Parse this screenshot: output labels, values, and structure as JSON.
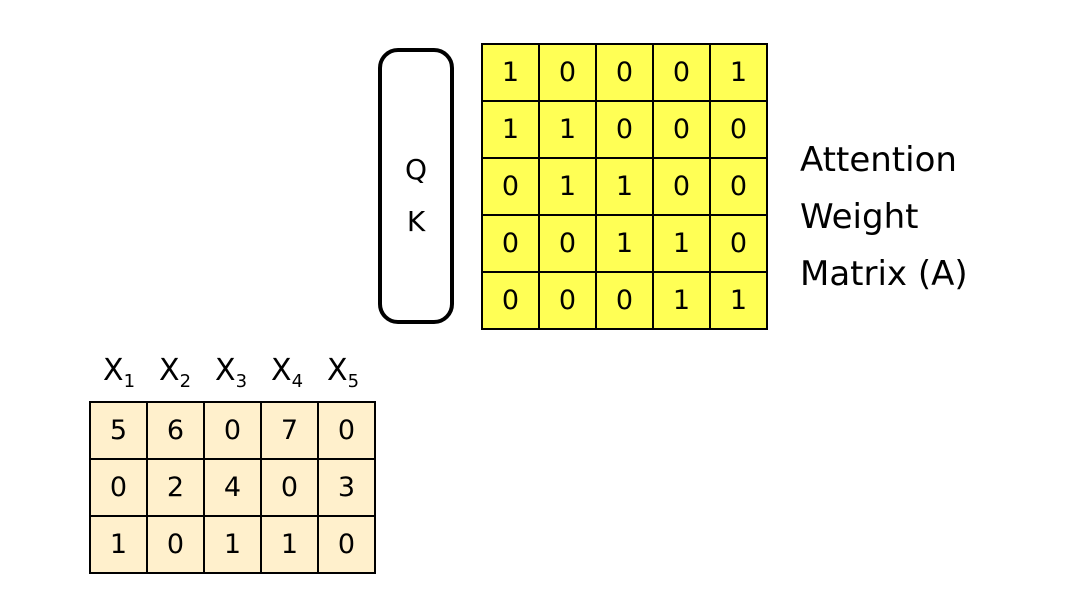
{
  "qk": {
    "q": "Q",
    "k": "K"
  },
  "attention": {
    "label_lines": [
      "Attention",
      "Weight",
      "Matrix (A)"
    ],
    "rows": [
      [
        "1",
        "0",
        "0",
        "0",
        "1"
      ],
      [
        "1",
        "1",
        "0",
        "0",
        "0"
      ],
      [
        "0",
        "1",
        "1",
        "0",
        "0"
      ],
      [
        "0",
        "0",
        "1",
        "1",
        "0"
      ],
      [
        "0",
        "0",
        "0",
        "1",
        "1"
      ]
    ],
    "color": "#ffff55"
  },
  "x_matrix": {
    "headers": [
      {
        "base": "X",
        "sub": "1"
      },
      {
        "base": "X",
        "sub": "2"
      },
      {
        "base": "X",
        "sub": "3"
      },
      {
        "base": "X",
        "sub": "4"
      },
      {
        "base": "X",
        "sub": "5"
      }
    ],
    "rows": [
      [
        "5",
        "6",
        "0",
        "7",
        "0"
      ],
      [
        "0",
        "2",
        "4",
        "0",
        "3"
      ],
      [
        "1",
        "0",
        "1",
        "1",
        "0"
      ]
    ],
    "color": "#fff0cc"
  }
}
